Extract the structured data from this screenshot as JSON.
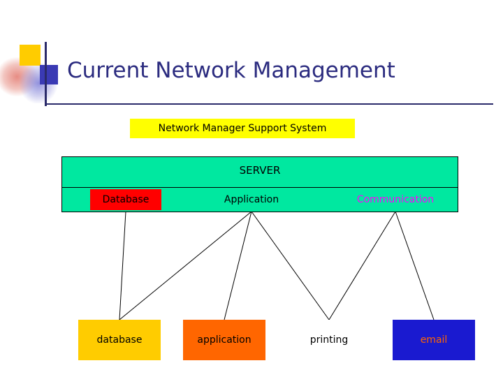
{
  "slide": {
    "title": "Current Network Management",
    "decor": {
      "square_yellow_color": "#ffcc00",
      "square_blue_color": "#3a3ab4",
      "rule_color": "#2a2a6a"
    }
  },
  "diagram": {
    "top_banner": {
      "label": "Network Manager Support System",
      "bg": "#ffff00",
      "fg": "#000000"
    },
    "server": {
      "label": "SERVER",
      "bg": "#00e8a0",
      "fg": "#000000",
      "subsystems": [
        {
          "label": "Database",
          "bg": "#ff0000",
          "fg": "#000000"
        },
        {
          "label": "Application",
          "bg": "#00e8a0",
          "fg": "#000000"
        },
        {
          "label": "Communication",
          "bg": "#00e8a0",
          "fg": "#ff00ff"
        }
      ]
    },
    "clients": [
      {
        "label": "database",
        "bg": "#ffcc00",
        "fg": "#000000"
      },
      {
        "label": "application",
        "bg": "#ff6600",
        "fg": "#000000"
      },
      {
        "label": "printing",
        "bg": "#ffffff",
        "fg": "#000000"
      },
      {
        "label": "email",
        "bg": "#1a1ad0",
        "fg": "#ff6600"
      }
    ]
  }
}
